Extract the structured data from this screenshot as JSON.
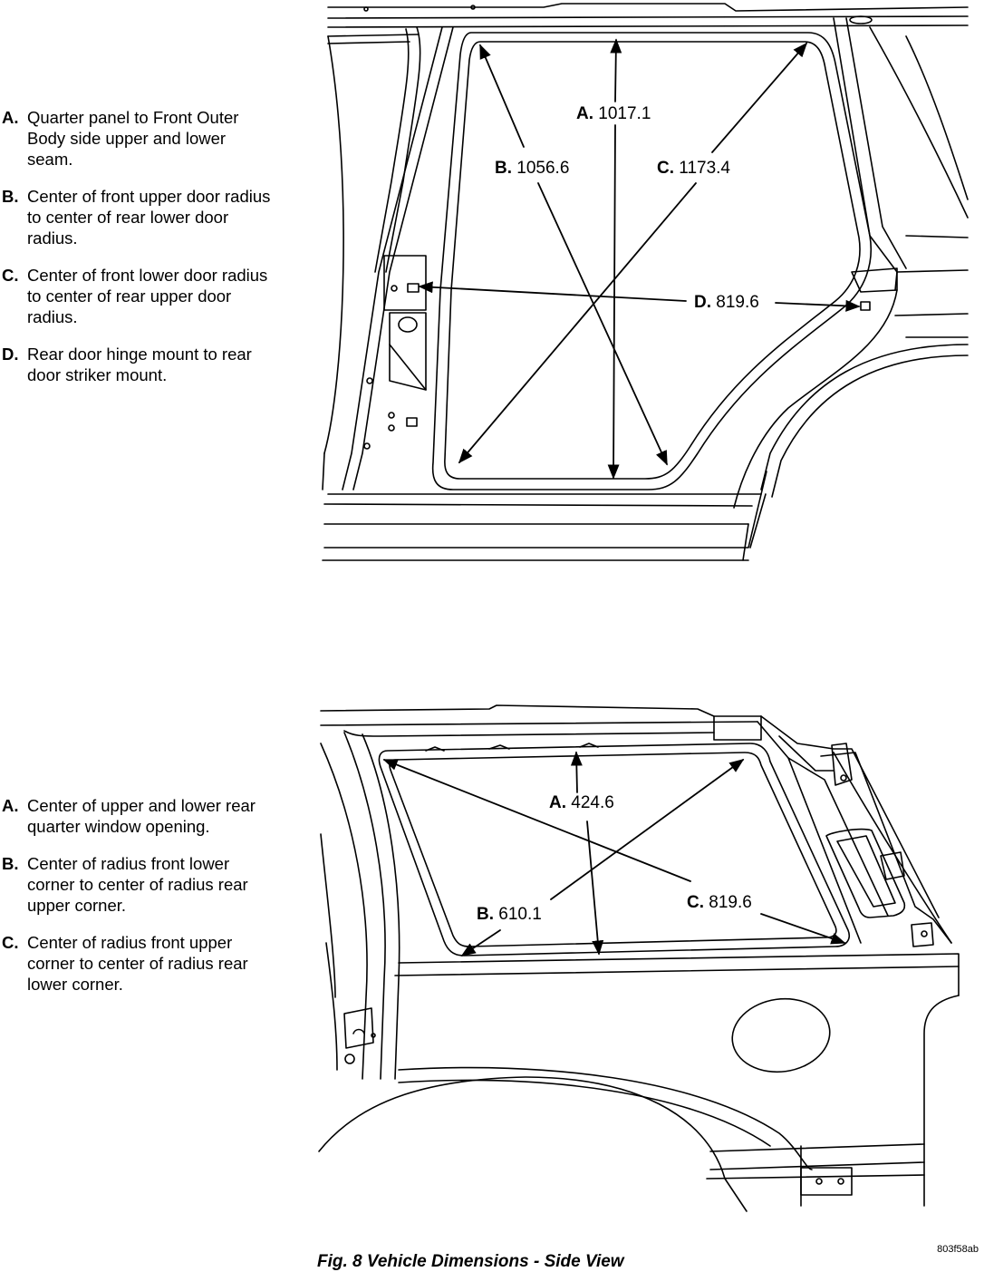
{
  "figure_top": {
    "legend": [
      {
        "letter": "A.",
        "text": "Quarter panel to Front Outer Body side upper and lower seam."
      },
      {
        "letter": "B.",
        "text": "Center of front upper door radius to center of rear lower door radius."
      },
      {
        "letter": "C.",
        "text": "Center of front lower door radius to center of rear upper door radius."
      },
      {
        "letter": "D.",
        "text": "Rear door hinge mount to rear door striker mount."
      }
    ],
    "dimensions": [
      {
        "letter": "A.",
        "value": "1017.1"
      },
      {
        "letter": "B.",
        "value": "1056.6"
      },
      {
        "letter": "C.",
        "value": "1173.4"
      },
      {
        "letter": "D.",
        "value": "819.6"
      }
    ]
  },
  "figure_bottom": {
    "legend": [
      {
        "letter": "A.",
        "text": "Center of upper and lower rear quarter window opening."
      },
      {
        "letter": "B.",
        "text": "Center of radius front lower corner to center of radius rear upper corner."
      },
      {
        "letter": "C.",
        "text": "Center of radius front upper corner to center of radius rear lower corner."
      }
    ],
    "dimensions": [
      {
        "letter": "A.",
        "value": "424.6"
      },
      {
        "letter": "B.",
        "value": "610.1"
      },
      {
        "letter": "C.",
        "value": "819.6"
      }
    ]
  },
  "caption": "Fig. 8 Vehicle Dimensions - Side View",
  "image_code": "803f58ab"
}
